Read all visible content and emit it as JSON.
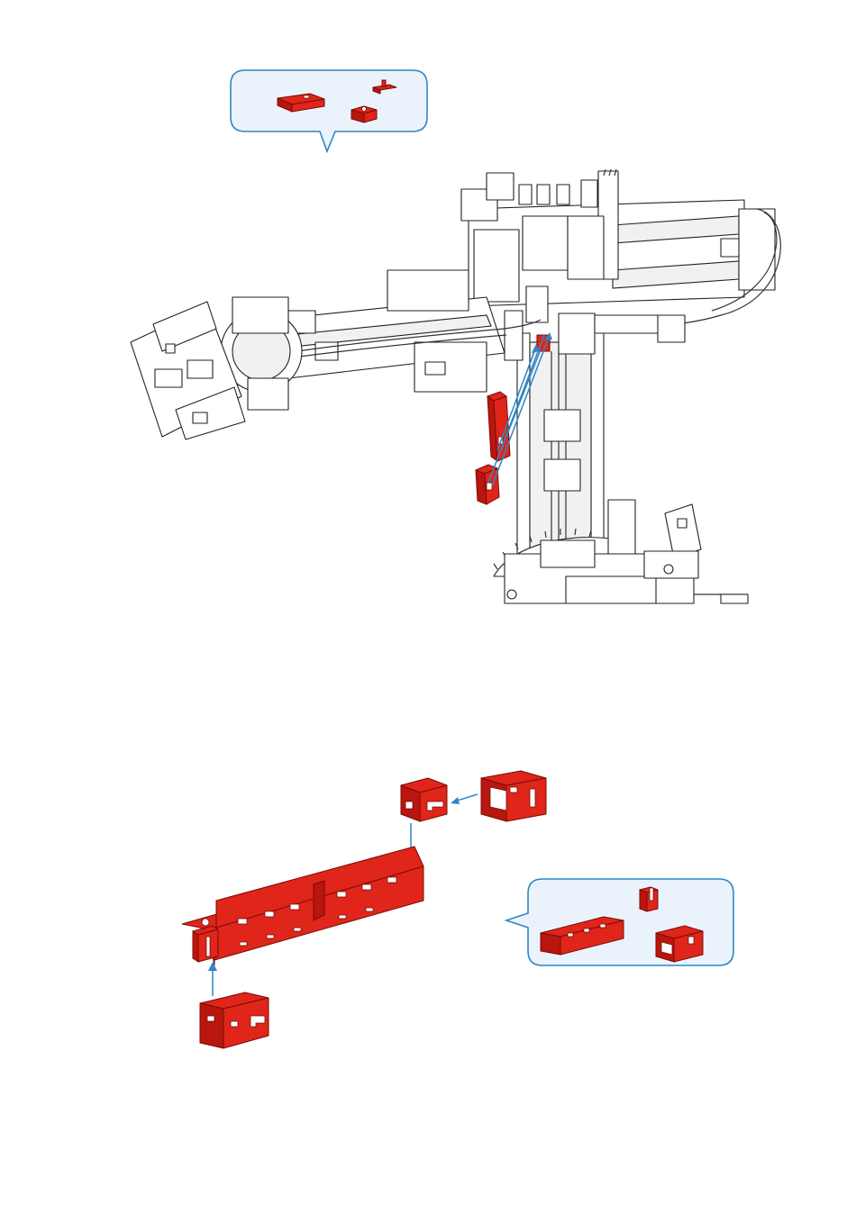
{
  "page": {
    "background": "#ffffff"
  },
  "colors": {
    "part_red": "#e0251b",
    "callout_border": "#2f86c6",
    "callout_fill": "#eaf3fb",
    "arrow_blue": "#2f86c6"
  },
  "steps": [
    {
      "id": "step-a",
      "illustration": "robot-arm-assembly",
      "callout_parts": [
        "plate-with-slot",
        "small-clip",
        "building-block-with-stud"
      ],
      "new_parts": [
        "long-red-bar",
        "red-angle-block"
      ]
    },
    {
      "id": "step-b",
      "illustration": "red-bracket-assembly",
      "callout_parts": [
        "corner-bracket",
        "long-bracket",
        "box-bracket"
      ],
      "new_parts": [
        "cube-block",
        "box-bracket",
        "u-bracket"
      ]
    }
  ]
}
